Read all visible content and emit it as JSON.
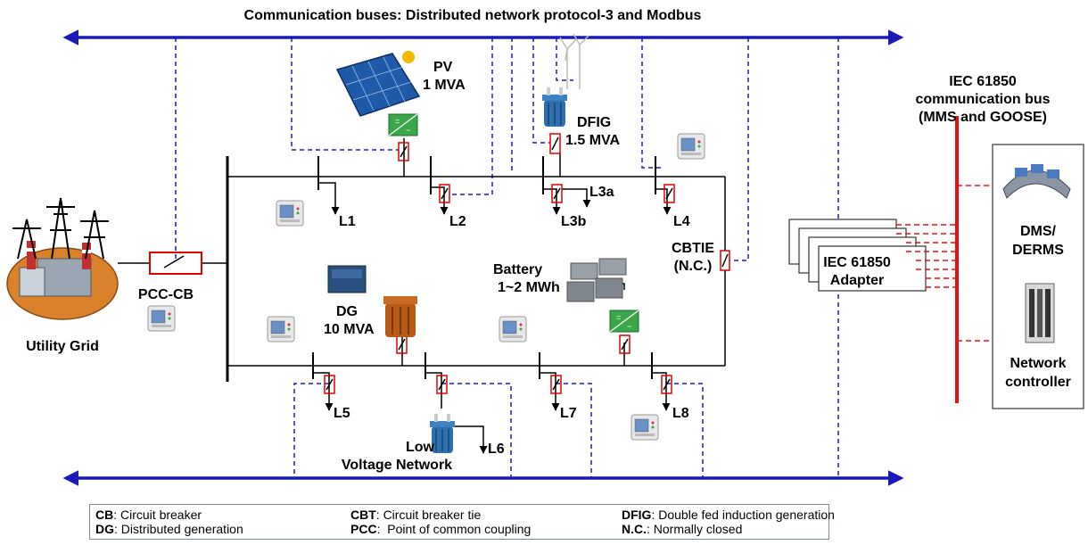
{
  "title": "Communication buses: Distributed network protocol-3 and Modbus",
  "iec_bus": [
    "IEC 61850",
    "communication bus",
    "(MMS and GOOSE)"
  ],
  "labels": {
    "pv": [
      "PV",
      "1 MVA"
    ],
    "dfig": [
      "DFIG",
      "1.5 MVA"
    ],
    "dg": [
      "DG",
      "10 MVA"
    ],
    "battery": [
      "Battery",
      "1~2 MWh"
    ],
    "cbtie": [
      "CBTIE",
      "(N.C.)"
    ],
    "pcc": "PCC-CB",
    "utility": "Utility Grid",
    "lvn": [
      "Low",
      "Voltage Network"
    ],
    "adapter": [
      "IEC 61850",
      "Adapter"
    ],
    "dms": [
      "DMS/",
      "DERMS"
    ],
    "network_controller": [
      "Network",
      "controller"
    ]
  },
  "loads": {
    "L1": "L1",
    "L2": "L2",
    "L3a": "L3a",
    "L3b": "L3b",
    "L4": "L4",
    "L5": "L5",
    "L6": "L6",
    "L7": "L7",
    "L8": "L8"
  },
  "legend": [
    {
      "abbr": "CB",
      "text": "Circuit breaker"
    },
    {
      "abbr": "DG",
      "text": "Distributed generation"
    },
    {
      "abbr": "CBT",
      "text": "Circuit breaker tie"
    },
    {
      "abbr": "PCC",
      "text": "  Point of common coupling"
    },
    {
      "abbr": "DFIG",
      "text": "Double fed induction generation"
    },
    {
      "abbr": "N.C.",
      "text": "Normally closed"
    }
  ],
  "colors": {
    "bus_blue": "#1a1ab8",
    "breaker_red": "#e00000",
    "iec_red": "#e81010",
    "inverter_green": "#3aa84a"
  }
}
